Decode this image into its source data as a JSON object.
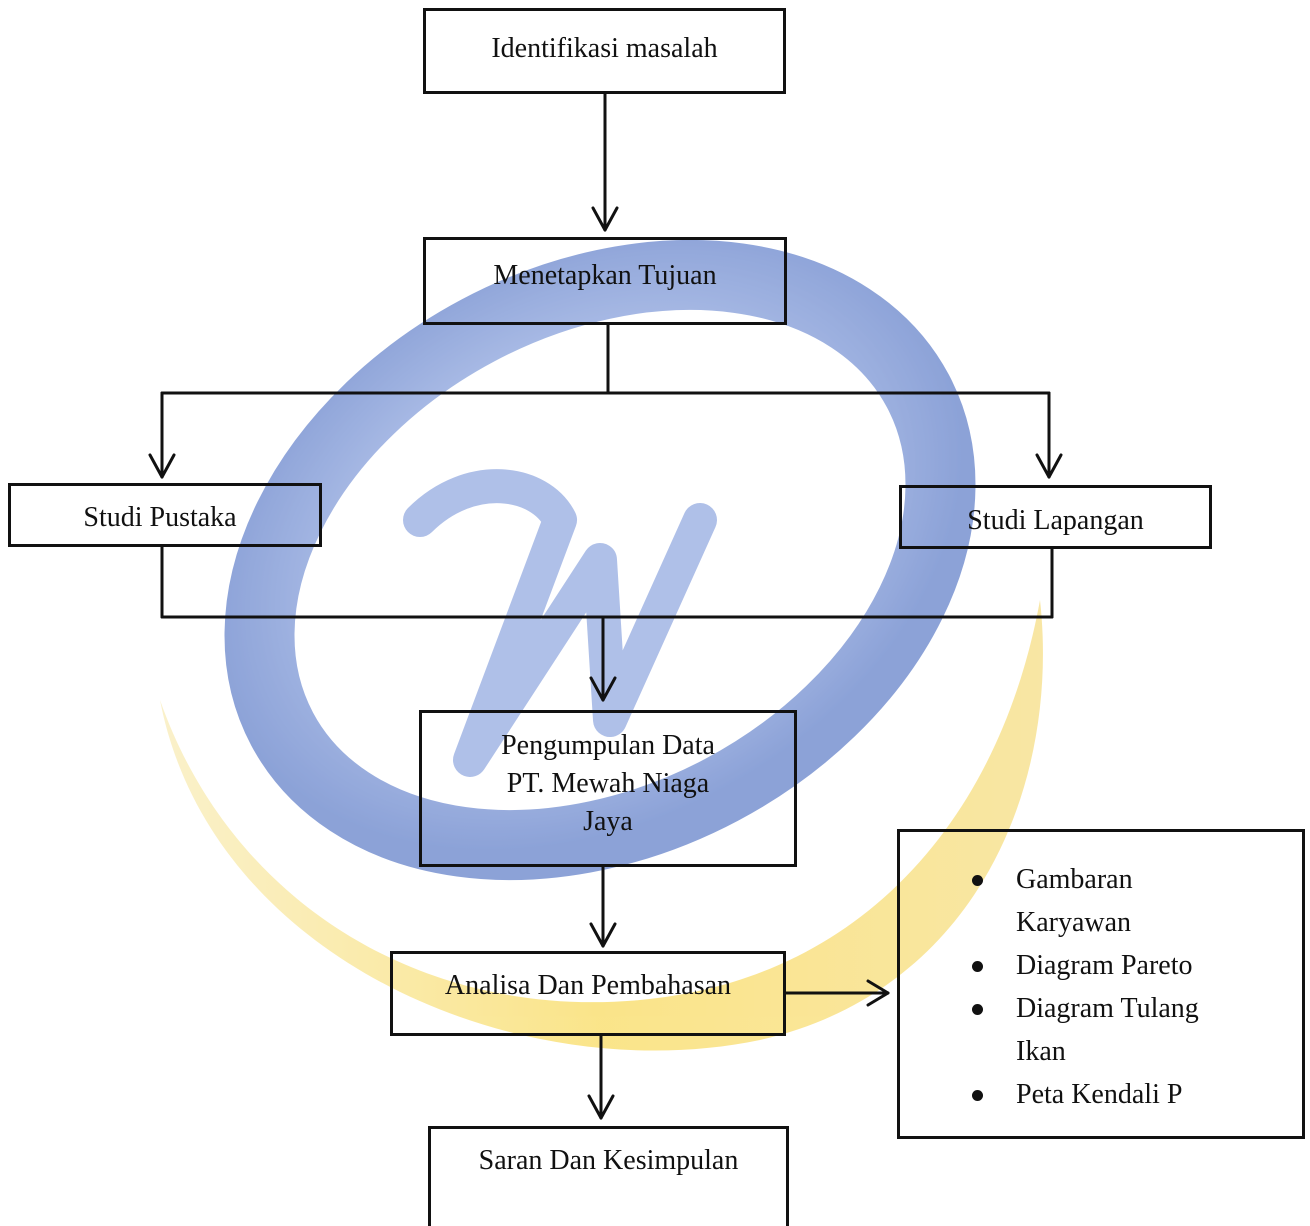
{
  "diagram": {
    "nodes": {
      "identifikasi": "Identifikasi masalah",
      "tujuan": "Menetapkan Tujuan",
      "pustaka": "Studi Pustaka",
      "lapangan": "Studi Lapangan",
      "pengumpulan": [
        "Pengumpulan Data",
        "PT. Mewah Niaga",
        "Jaya"
      ],
      "analisa": "Analisa Dan Pembahasan",
      "saran": "Saran Dan Kesimpulan"
    },
    "analysis_methods": [
      [
        "Gambaran",
        "Karyawan"
      ],
      [
        "Diagram Pareto"
      ],
      [
        "Diagram Tulang",
        "Ikan"
      ],
      [
        "Peta Kendali P"
      ]
    ],
    "edges": [
      [
        "identifikasi",
        "tujuan"
      ],
      [
        "tujuan",
        "pustaka"
      ],
      [
        "tujuan",
        "lapangan"
      ],
      [
        "pustaka",
        "pengumpulan"
      ],
      [
        "lapangan",
        "pengumpulan"
      ],
      [
        "pengumpulan",
        "analisa"
      ],
      [
        "analisa",
        "analysis_methods"
      ],
      [
        "analisa",
        "saran"
      ]
    ],
    "colors": {
      "line": "#111111",
      "watermark_blue": "#2f57b8",
      "watermark_yellow": "#f7cf2a"
    }
  }
}
